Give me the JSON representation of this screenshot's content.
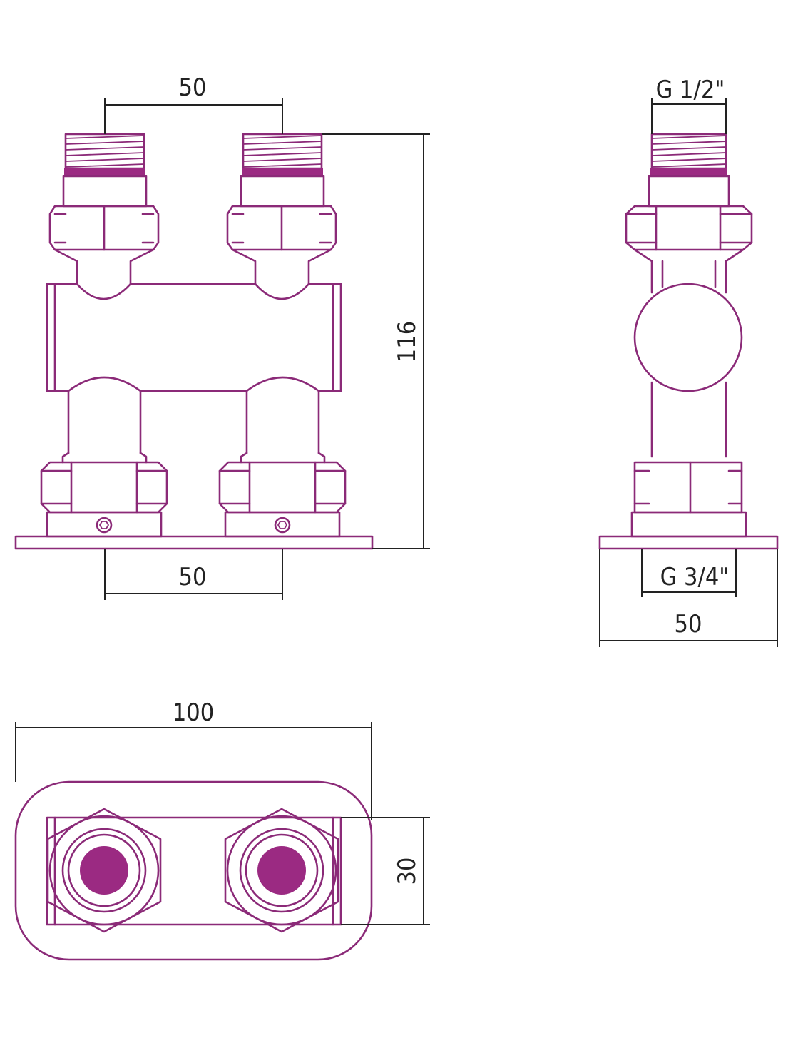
{
  "colors": {
    "part_outline": "#8b2a78",
    "seal_ring": "#9b2a82",
    "dimension_line": "#222222",
    "background": "#ffffff"
  },
  "dimensions": {
    "front_top_spacing": "50",
    "front_bottom_spacing": "50",
    "front_height": "116",
    "side_top_thread": "G 1/2\"",
    "side_bottom_thread": "G 3/4\"",
    "side_base_width": "50",
    "top_total_width": "100",
    "top_depth": "30"
  }
}
